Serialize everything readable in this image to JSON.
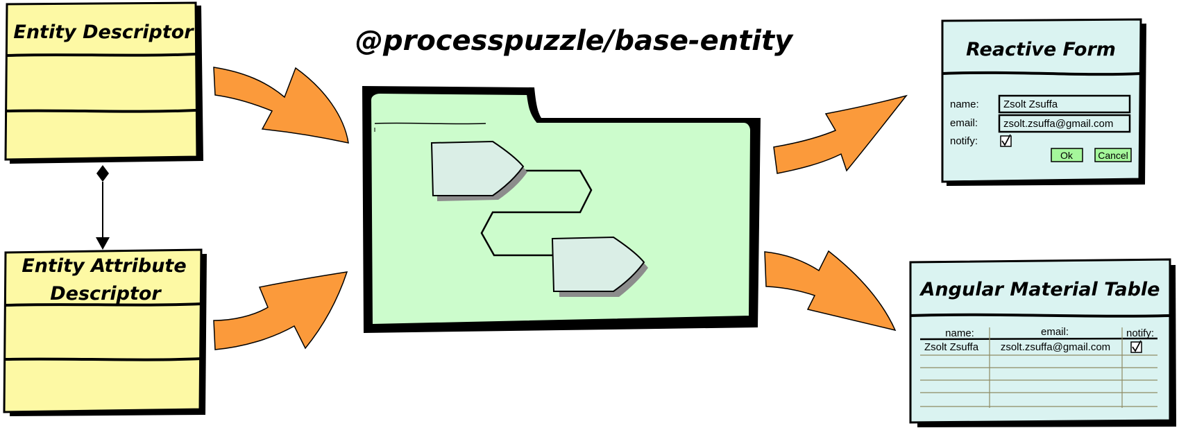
{
  "title": "@processpuzzle/base-entity",
  "entity_descriptor": {
    "label": "Entity Descriptor"
  },
  "entity_attribute_descriptor": {
    "label_line1": "Entity Attribute",
    "label_line2": "Descriptor"
  },
  "reactive_form": {
    "title": "Reactive Form",
    "name_label": "name:",
    "name_value": "Zsolt Zsuffa",
    "email_label": "email:",
    "email_value": "zsolt.zsuffa@gmail.com",
    "notify_label": "notify:",
    "notify_checked": true,
    "ok_label": "Ok",
    "cancel_label": "Cancel"
  },
  "material_table": {
    "title": "Angular Material Table",
    "columns": [
      "name:",
      "email:",
      "notify:"
    ],
    "rows": [
      {
        "name": "Zsolt Zsuffa",
        "email": "zsolt.zsuffa@gmail.com",
        "notify": true
      }
    ]
  },
  "colors": {
    "class_fill": "#fdf9a4",
    "package_fill": "#ccfccc",
    "node_fill": "#daeee6",
    "arrow_fill": "#fb9a3b",
    "panel_fill": "#daf3f1",
    "button_fill": "#a5f79b",
    "table_line": "#8e8a63"
  }
}
